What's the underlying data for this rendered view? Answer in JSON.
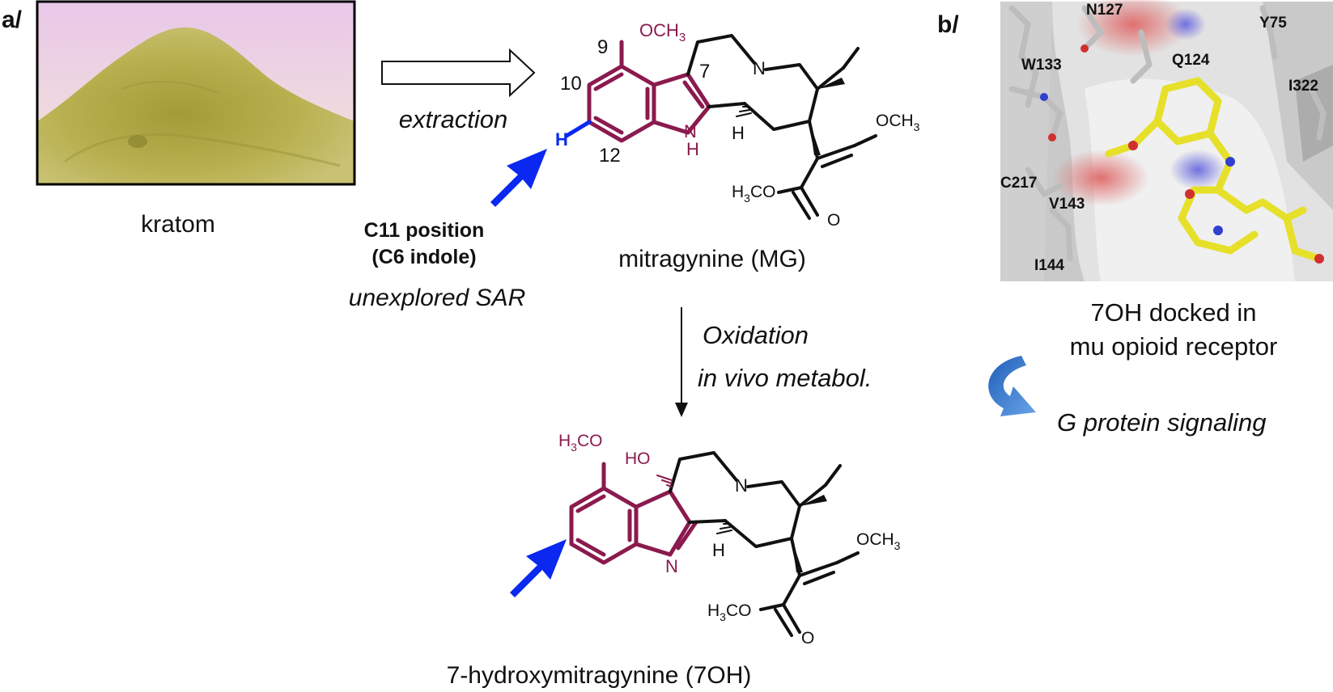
{
  "panel_a": {
    "label": "a/",
    "photo_caption": "kratom",
    "arrow_label": "extraction",
    "highlight_note": {
      "line1": "C11 position",
      "line2": "(C6 indole)",
      "line3": "unexplored SAR"
    },
    "mitragynine": {
      "name": "mitragynine (MG)",
      "methoxy_top": "OCH",
      "methoxy_top_sub": "3",
      "num_9": "9",
      "num_10": "10",
      "num_12": "12",
      "num_7": "7",
      "h_atom": "H",
      "nh_n": "N",
      "nh_h": "H",
      "n_atom": "N",
      "h_stereo": "H",
      "ome_side_pre": "OCH",
      "ome_side_sub": "3",
      "ester_pre": "H",
      "ester_sub": "3",
      "ester_post": "CO",
      "oxo": "O"
    },
    "reaction": {
      "line1": "Oxidation",
      "line2": "in vivo metabol."
    },
    "hydroxy": {
      "name": "7-hydroxymitragynine (7OH)",
      "methoxy_pre": "H",
      "methoxy_sub": "3",
      "methoxy_post": "CO",
      "ho": "HO",
      "n_imine": "N",
      "n_atom": "N",
      "h_stereo": "H",
      "ome_side_pre": "OCH",
      "ome_side_sub": "3",
      "ester_pre": "H",
      "ester_sub": "3",
      "ester_post": "CO",
      "oxo": "O"
    }
  },
  "panel_b": {
    "label": "b/",
    "residues": [
      "N127",
      "Y75",
      "W133",
      "Q124",
      "I322",
      "C217",
      "V143",
      "I144"
    ],
    "caption_line1": "7OH docked in",
    "caption_line2": "mu opioid receptor",
    "signal": "G protein signaling"
  },
  "colors": {
    "maroon": "#8B1A4E",
    "blue": "#0A28F0",
    "yellow": "#E6E02A",
    "kratom": "#B5AE4A"
  }
}
